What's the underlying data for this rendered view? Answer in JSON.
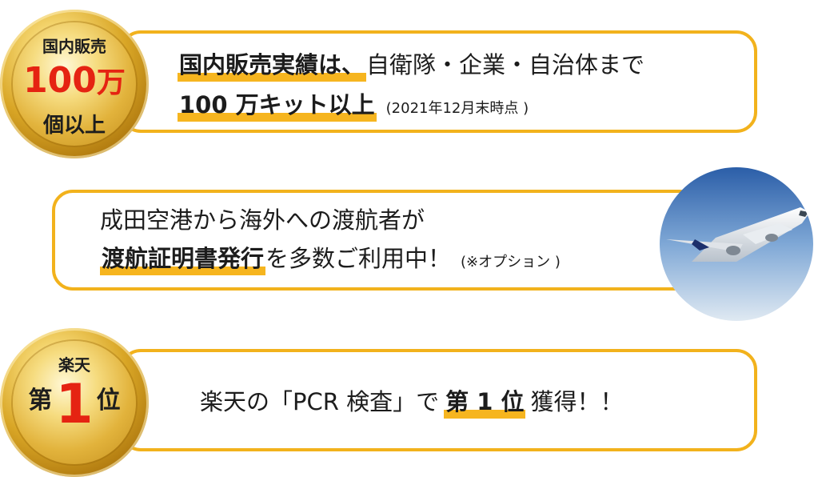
{
  "badge1": {
    "line1": "国内販売",
    "number": "100",
    "unit": "万",
    "line3": "個以上"
  },
  "card1": {
    "line1": "国内販売実績は、自衛隊・企業・自治体まで",
    "line1_highlight": "国内販売実績は、",
    "line1_rest": "自衛隊・企業・自治体まで",
    "line2_highlight": "100 万キット以上",
    "line2_note": "(2021年12月末時点 )"
  },
  "card2": {
    "line1": "成田空港から海外への渡航者が",
    "line2_highlight": "渡航証明書発行",
    "line2_rest": "を多数ご利用中！",
    "line2_note": "(※オプション )"
  },
  "badge2": {
    "line1": "楽天",
    "prefix": "第",
    "number": "1",
    "suffix": "位"
  },
  "card3": {
    "part1": "楽天の「PCR 検査」で",
    "highlight": "第 1 位",
    "part2": "獲得！！"
  },
  "colors": {
    "accent_yellow": "#f2b21c",
    "gold": "#d9a626",
    "red": "#e52312"
  },
  "icons": [
    "medal-icon",
    "airplane-image"
  ]
}
